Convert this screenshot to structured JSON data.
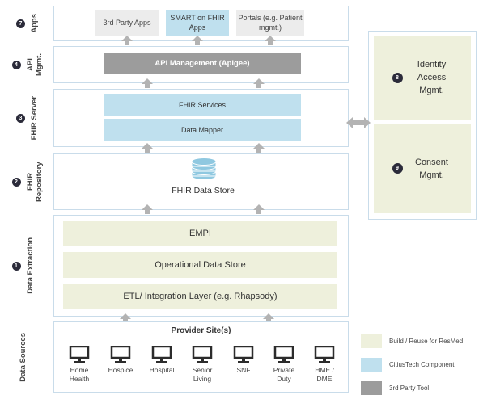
{
  "layers": {
    "apps": {
      "num": "7",
      "label": "Apps",
      "items": [
        "3rd Party Apps",
        "SMART on FHIR Apps",
        "Portals (e.g. Patient mgmt.)"
      ]
    },
    "api": {
      "num": "4",
      "label": "API Mgmt.",
      "bar": "API Management (Apigee)"
    },
    "server": {
      "num": "3",
      "label": "FHIR Server",
      "services": "FHIR Services",
      "mapper": "Data Mapper"
    },
    "repo": {
      "num": "2",
      "label": "FHIR Repository",
      "store": "FHIR Data Store"
    },
    "extraction": {
      "num": "1",
      "label": "Data Extraction",
      "empi": "EMPI",
      "ods": "Operational Data Store",
      "etl": "ETL/ Integration Layer (e.g. Rhapsody)"
    },
    "sources": {
      "label": "Data Sources",
      "title": "Provider Site(s)",
      "items": [
        "Home Health",
        "Hospice",
        "Hospital",
        "Senior Living",
        "SNF",
        "Private Duty",
        "HME / DME"
      ]
    }
  },
  "side": {
    "identity": {
      "num": "8",
      "label": "Identity Access Mgmt."
    },
    "consent": {
      "num": "9",
      "label": "Consent Mgmt."
    }
  },
  "legend": [
    {
      "label": "Build / Reuse for ResMed",
      "color": "#eef0dc"
    },
    {
      "label": "CitiusTech Component",
      "color": "#bfe0ee"
    },
    {
      "label": "3rd Party Tool",
      "color": "#9c9c9c"
    }
  ]
}
